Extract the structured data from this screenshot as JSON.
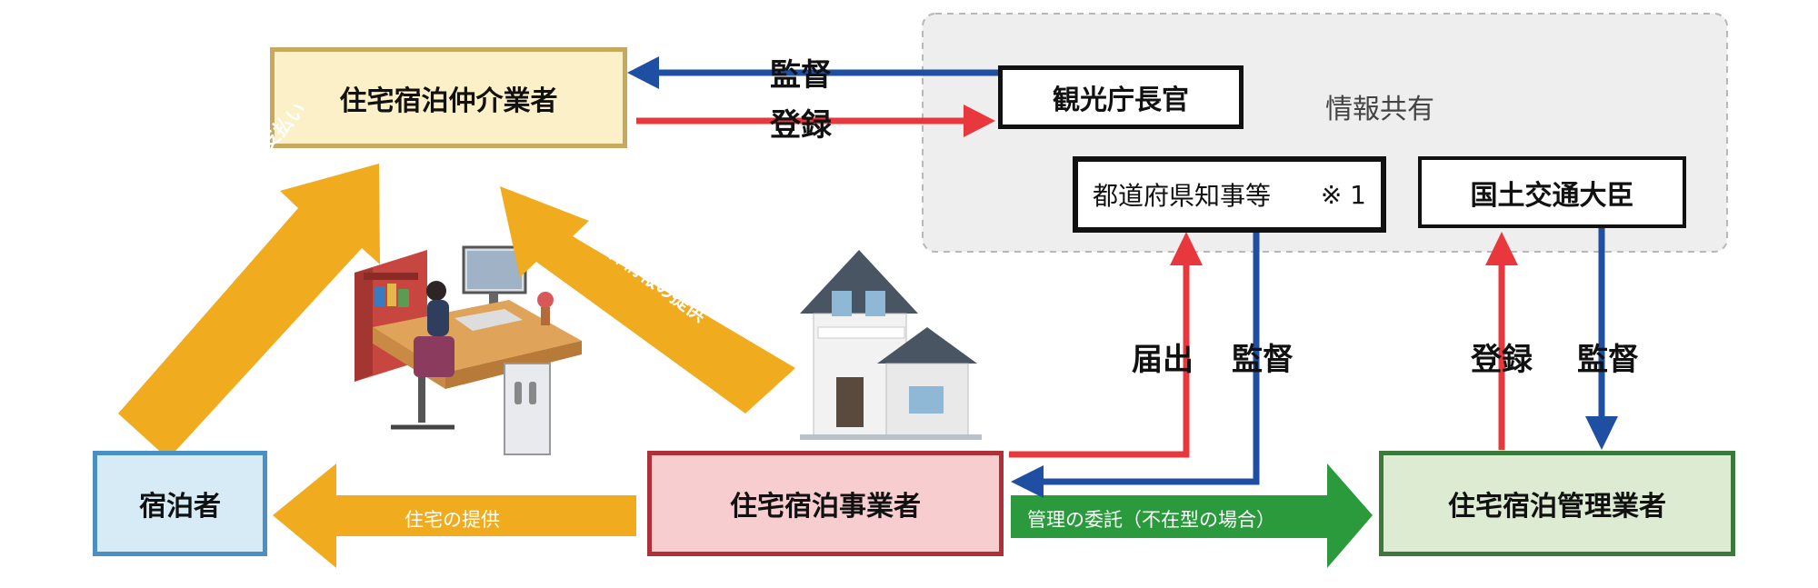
{
  "shared_area": {
    "label": "情報共有"
  },
  "nodes": {
    "broker": "住宅宿泊仲介業者",
    "tourism": "観光庁長官",
    "governor": "都道府県知事等",
    "governor_note": "※ 1",
    "minister": "国土交通大臣",
    "guest": "宿泊者",
    "operator": "住宅宿泊事業者",
    "manager": "住宅宿泊管理業者"
  },
  "edges": {
    "tourism_to_broker": "監督",
    "broker_to_tourism": "登録",
    "operator_to_governor": "届出",
    "governor_to_operator": "監督",
    "manager_to_minister": "登録",
    "minister_to_manager": "監督",
    "guest_to_broker": "サイトを通じた予約・支払い",
    "operator_to_broker": "物件情報の提供",
    "operator_to_guest": "住宅の提供",
    "operator_to_manager": "管理の委託（不在型の場合）"
  },
  "colors": {
    "supervise": "#1f4fa3",
    "register": "#e8383d",
    "flow": "#f0ab1e",
    "consign": "#2a9a3c",
    "broker_fill": "#fbf0c8",
    "broker_border": "#c6a95c",
    "guest_fill": "#d7ebf7",
    "guest_border": "#4a90c4",
    "operator_fill": "#f7cdd0",
    "operator_border": "#b03038",
    "manager_fill": "#dcebd2",
    "manager_border": "#3c7a3a",
    "shared_fill": "#eeeeee"
  }
}
